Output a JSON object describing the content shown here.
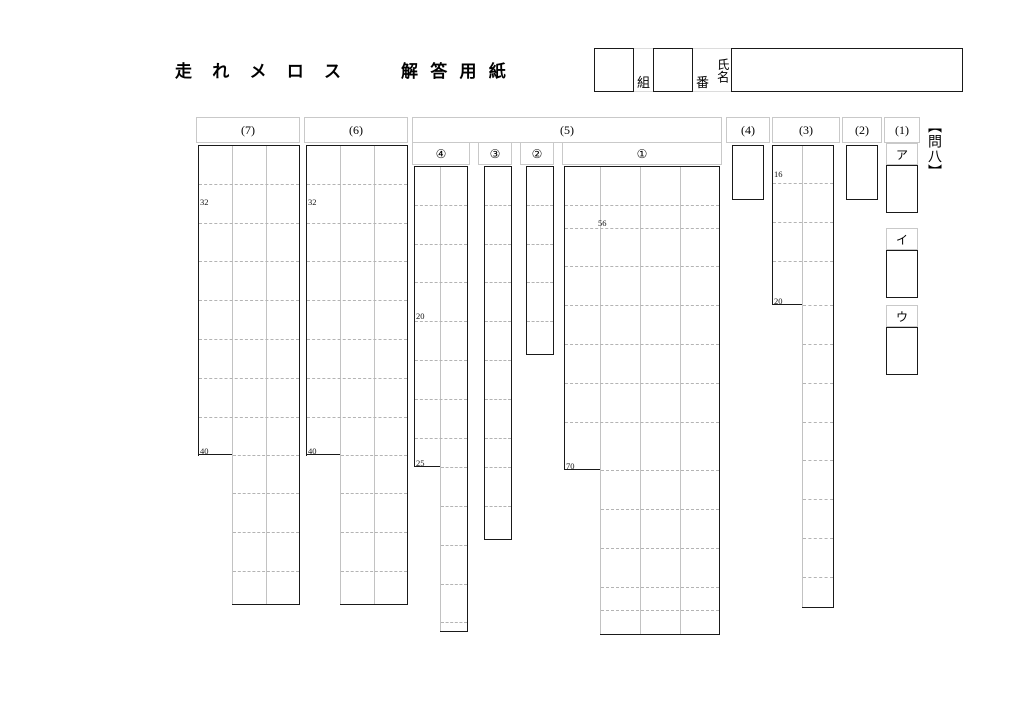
{
  "document": {
    "title_main": "走 れ メ ロ ス",
    "title_sub": "解 答 用 紙",
    "section_label": "【問八】"
  },
  "header_fields": {
    "class_label": "組",
    "number_label": "番",
    "name_label": "氏名",
    "class_value": "",
    "number_value": "",
    "name_value": ""
  },
  "columns": [
    {
      "id": "q7",
      "label": "(7)",
      "sub_label": "",
      "cells_wide": 3,
      "markers": [
        "32",
        "40"
      ]
    },
    {
      "id": "q6",
      "label": "(6)",
      "sub_label": "",
      "cells_wide": 3,
      "markers": [
        "32",
        "40"
      ]
    },
    {
      "id": "q5-4",
      "label": "(5)",
      "sub_label": "④",
      "cells_wide": 2,
      "markers": [
        "20",
        "25"
      ]
    },
    {
      "id": "q5-3",
      "label": "(5)",
      "sub_label": "③",
      "cells_wide": 1,
      "markers": []
    },
    {
      "id": "q5-2",
      "label": "(5)",
      "sub_label": "②",
      "cells_wide": 1,
      "markers": []
    },
    {
      "id": "q5-1",
      "label": "(5)",
      "sub_label": "①",
      "cells_wide": 4,
      "markers": [
        "56",
        "70"
      ]
    },
    {
      "id": "q4",
      "label": "(4)",
      "sub_label": "",
      "cells_wide": 1,
      "markers": []
    },
    {
      "id": "q3",
      "label": "(3)",
      "sub_label": "",
      "cells_wide": 2,
      "markers": [
        "16",
        "20"
      ]
    },
    {
      "id": "q2",
      "label": "(2)",
      "sub_label": "",
      "cells_wide": 1,
      "markers": []
    },
    {
      "id": "q1",
      "label": "(1)",
      "sub_label": "",
      "cells_wide": 1,
      "markers": []
    }
  ],
  "q1_boxes": [
    {
      "label": "ア",
      "value": ""
    },
    {
      "label": "イ",
      "value": ""
    },
    {
      "label": "ウ",
      "value": ""
    }
  ],
  "markers": {
    "q7_upper": "32",
    "q7_step": "40",
    "q6_upper": "32",
    "q6_step": "40",
    "q5_4_upper": "20",
    "q5_4_step": "25",
    "q5_1_upper": "56",
    "q5_1_step": "70",
    "q3_upper": "16",
    "q3_step": "20"
  },
  "colors": {
    "ink": "#1a1a1a",
    "rule_light": "#c2c2c2",
    "rule_dash": "#b4b4b4",
    "header_rule": "#c9c9c9",
    "paper": "#ffffff"
  }
}
